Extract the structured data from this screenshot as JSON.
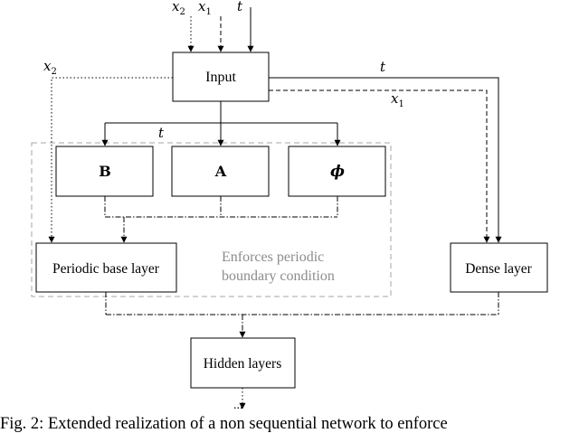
{
  "inputs_top": {
    "x2": "x",
    "x2_sub": "2",
    "x1": "x",
    "x1_sub": "1",
    "t": "t"
  },
  "input_box": {
    "label": "Input"
  },
  "side_labels": {
    "x2_left": "x",
    "x2_left_sub": "2",
    "t_right": "t",
    "x1_right": "x",
    "x1_right_sub": "1",
    "t_mid": "t"
  },
  "param_boxes": {
    "b": "B",
    "a": "A",
    "phi": "ϕ"
  },
  "periodic_region": {
    "label_line1": "Enforces periodic",
    "label_line2": "boundary condition"
  },
  "periodic_box": {
    "label": "Periodic base layer"
  },
  "dense_box": {
    "label": "Dense layer"
  },
  "hidden_box": {
    "label": "Hidden layers"
  },
  "continuation": "...",
  "caption": "Fig. 2: Extended realization of a non sequential network to enforce",
  "colors": {
    "region_border": "#a6a6a6",
    "region_text": "#8c8c8c",
    "line": "#000000"
  }
}
